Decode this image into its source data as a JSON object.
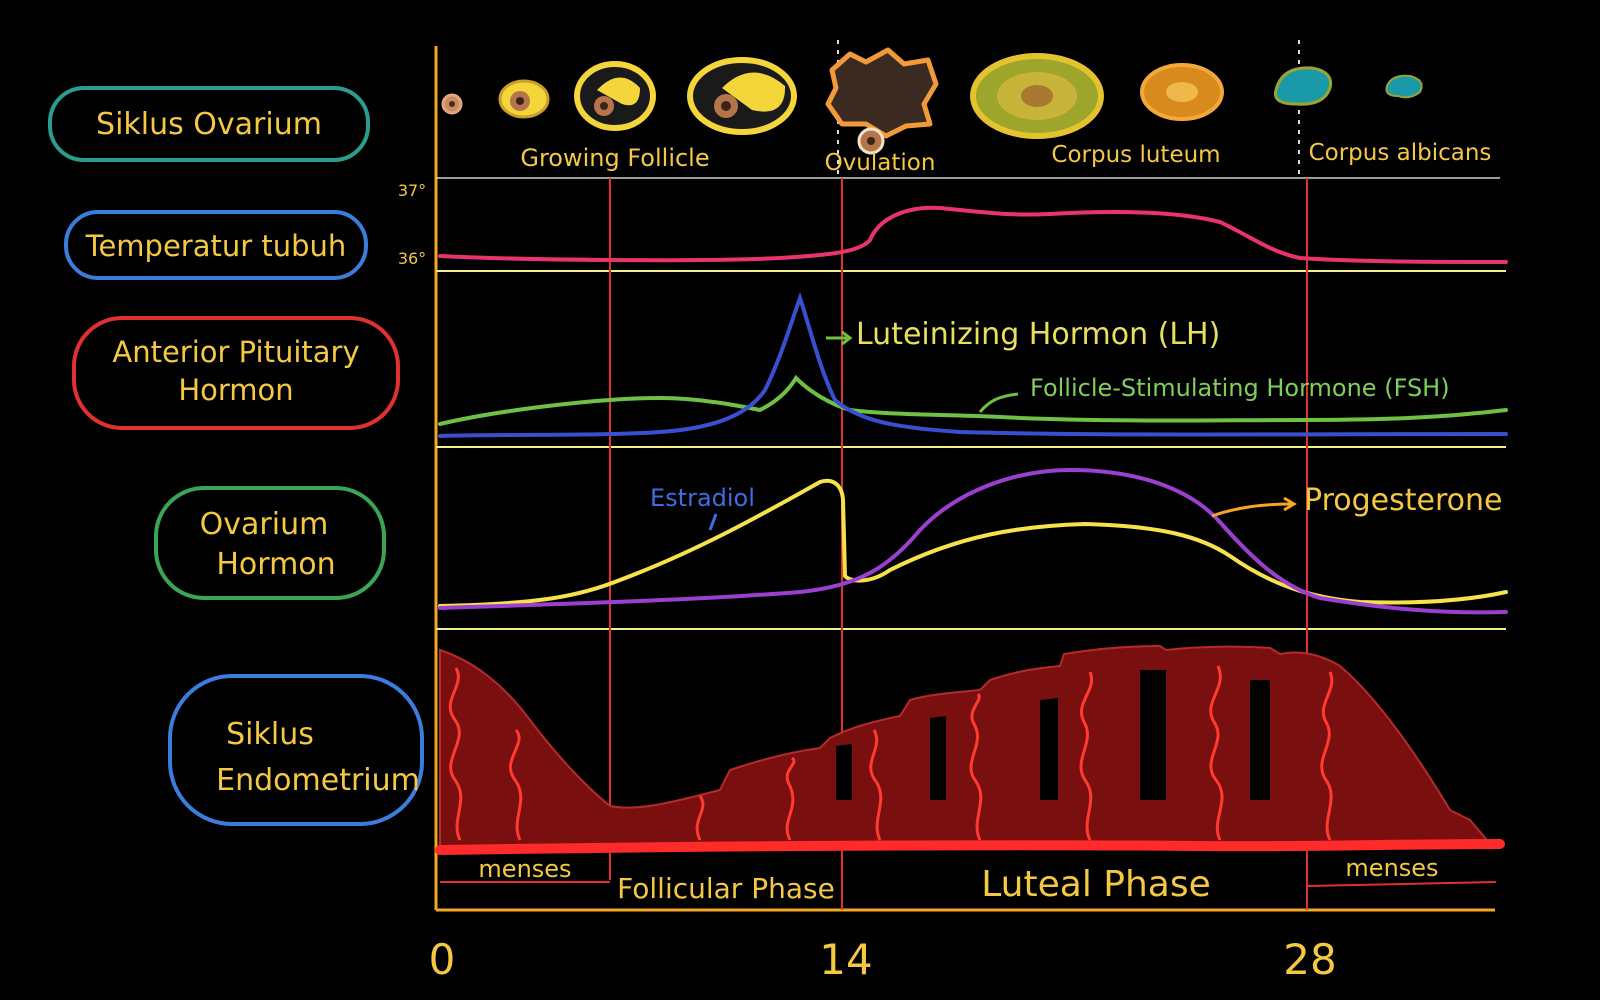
{
  "colors": {
    "background": "#000000",
    "axis": "#f5a623",
    "divider": "#f3ef8a",
    "phase_line": "#e0302f",
    "temperature": "#e8336b",
    "lh": "#3a4fd0",
    "fsh": "#6fc045",
    "estradiol": "#f7e24a",
    "progesterone": "#9a3fd0",
    "label_text": "#f5c842",
    "endometrium_fill": "#7a0f10",
    "endometrium_vessel": "#ff3b30"
  },
  "row_labels": [
    {
      "lines": [
        "Siklus Ovarium"
      ],
      "border": "#2a9d8f"
    },
    {
      "lines": [
        "Temperatur tubuh"
      ],
      "border": "#3b7ddd"
    },
    {
      "lines": [
        "Anterior Pituitary",
        "Hormon"
      ],
      "border": "#e0302f"
    },
    {
      "lines": [
        "Ovarium",
        "Hormon"
      ],
      "border": "#3aa655"
    },
    {
      "lines": [
        "Siklus",
        "Endometrium"
      ],
      "border": "#3b7ddd"
    }
  ],
  "ovarian_labels": {
    "growing": "Growing Follicle",
    "ovulation": "Ovulation",
    "luteum": "Corpus luteum",
    "albicans": "Corpus albicans"
  },
  "temp_ticks": {
    "high": "37°",
    "low": "36°"
  },
  "curve_labels": {
    "lh": "Luteinizing Hormon (LH)",
    "fsh": "Follicle-Stimulating Hormone (FSH)",
    "estradiol": "Estradiol",
    "progesterone": "Progesterone"
  },
  "phase_labels": {
    "menses_start": "menses",
    "follicular": "Follicular Phase",
    "luteal": "Luteal Phase",
    "menses_end": "menses"
  },
  "x_ticks": [
    "0",
    "14",
    "28"
  ],
  "icons": {
    "follicle": "follicle-icon",
    "ovulating_follicle": "ruptured-follicle-icon",
    "corpus_luteum": "corpus-luteum-icon",
    "corpus_albicans": "corpus-albicans-icon"
  }
}
